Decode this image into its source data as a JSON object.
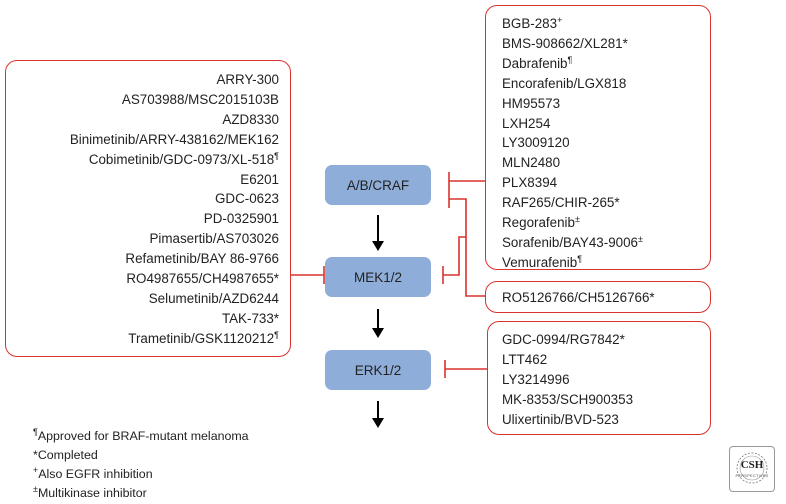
{
  "nodes": {
    "raf": "A/B/CRAF",
    "mek": "MEK1/2",
    "erk": "ERK1/2"
  },
  "mek_inhibitors": [
    {
      "name": "ARRY-300",
      "mark": ""
    },
    {
      "name": "AS703988/MSC2015103B",
      "mark": ""
    },
    {
      "name": "AZD8330",
      "mark": ""
    },
    {
      "name": "Binimetinib/ARRY-438162/MEK162",
      "mark": ""
    },
    {
      "name": "Cobimetinib/GDC-0973/XL-518",
      "mark": "¶"
    },
    {
      "name": "E6201",
      "mark": ""
    },
    {
      "name": "GDC-0623",
      "mark": ""
    },
    {
      "name": "PD-0325901",
      "mark": ""
    },
    {
      "name": "Pimasertib/AS703026",
      "mark": ""
    },
    {
      "name": "Refametinib/BAY 86-9766",
      "mark": ""
    },
    {
      "name": "RO4987655/CH4987655*",
      "mark": ""
    },
    {
      "name": "Selumetinib/AZD6244",
      "mark": ""
    },
    {
      "name": "TAK-733*",
      "mark": ""
    },
    {
      "name": "Trametinib/GSK1120212",
      "mark": "¶"
    }
  ],
  "raf_inhibitors": [
    {
      "name": "BGB-283",
      "mark": "+"
    },
    {
      "name": "BMS-908662/XL281*",
      "mark": ""
    },
    {
      "name": "Dabrafenib",
      "mark": "¶"
    },
    {
      "name": "Encorafenib/LGX818",
      "mark": ""
    },
    {
      "name": "HM95573",
      "mark": ""
    },
    {
      "name": "LXH254",
      "mark": ""
    },
    {
      "name": "LY3009120",
      "mark": ""
    },
    {
      "name": "MLN2480",
      "mark": ""
    },
    {
      "name": "PLX8394",
      "mark": ""
    },
    {
      "name": "RAF265/CHIR-265*",
      "mark": ""
    },
    {
      "name": "Regorafenib",
      "mark": "±"
    },
    {
      "name": "Sorafenib/BAY43-9006",
      "mark": "±"
    },
    {
      "name": "Vemurafenib",
      "mark": "¶"
    }
  ],
  "dual_inhibitor": "RO5126766/CH5126766*",
  "erk_inhibitors": [
    {
      "name": "GDC-0994/RG7842*",
      "mark": ""
    },
    {
      "name": "LTT462",
      "mark": ""
    },
    {
      "name": "LY3214996",
      "mark": ""
    },
    {
      "name": "MK-8353/SCH900353",
      "mark": ""
    },
    {
      "name": "Ulixertinib/BVD-523",
      "mark": ""
    }
  ],
  "legend": [
    {
      "mark": "¶",
      "text": "Approved for BRAF-mutant melanoma"
    },
    {
      "mark": "",
      "text": "*Completed"
    },
    {
      "mark": "+",
      "text": "Also EGFR inhibition"
    },
    {
      "mark": "±",
      "text": "Multikinase inhibitor"
    }
  ],
  "logo": {
    "title": "CSH",
    "subtitle": "PERSPECTIVES"
  },
  "colors": {
    "inhibition_red": "#d9332f",
    "node_blue": "#8eaed9",
    "arrow_black": "#000000"
  }
}
